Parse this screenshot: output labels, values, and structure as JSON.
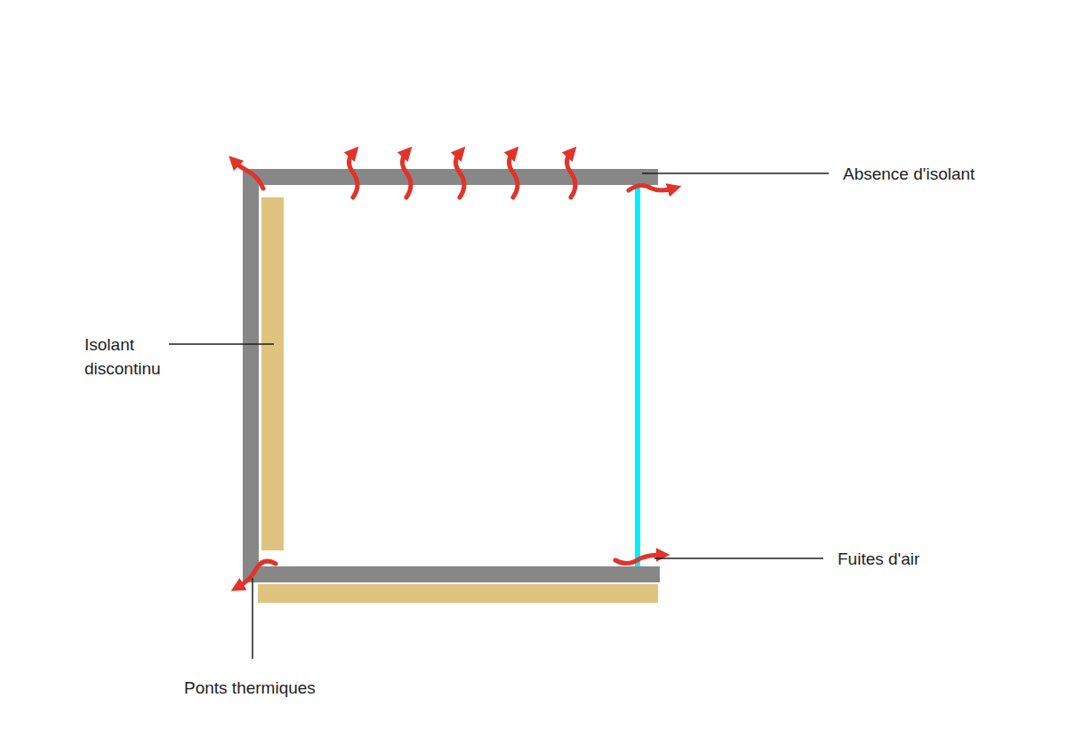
{
  "diagram": {
    "labels": [
      "Absence d'isolant",
      "Isolant discontinu",
      "Fuites d'air",
      "Ponts thermiques"
    ]
  }
}
